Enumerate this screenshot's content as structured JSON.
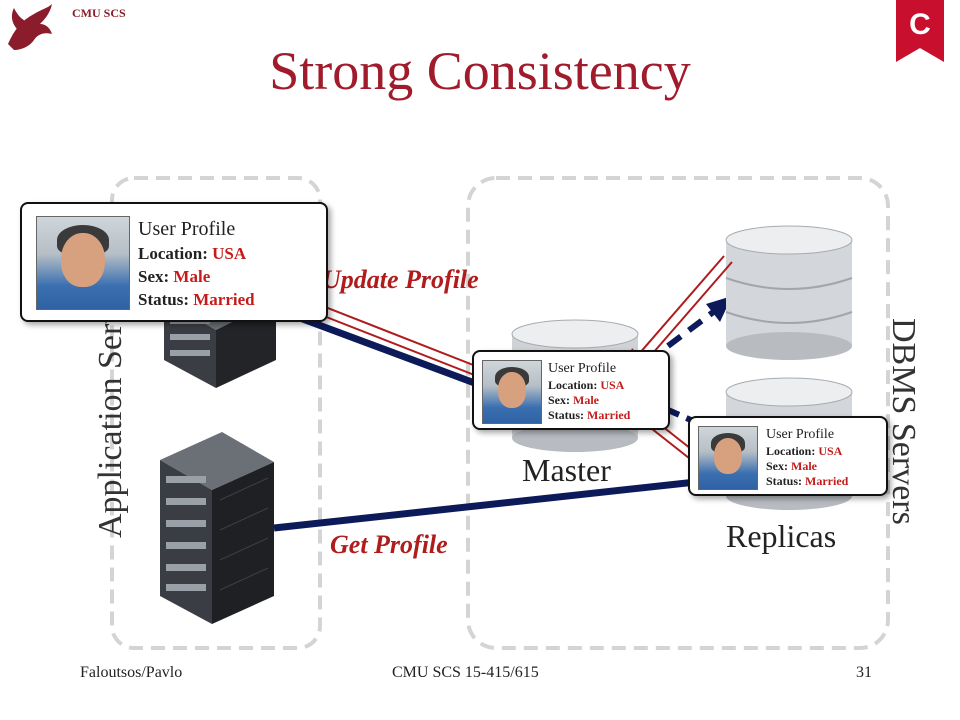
{
  "header": {
    "org": "CMU SCS",
    "title": "Strong Consistency",
    "logo_letter": "C"
  },
  "labels": {
    "application_servers": "Application Servers",
    "dbms_servers": "DBMS Servers",
    "update_profile": "Update Profile",
    "get_profile": "Get Profile",
    "master": "Master",
    "replicas": "Replicas"
  },
  "profile": {
    "title": "User Profile",
    "location_label": "Location:",
    "location_value": "USA",
    "sex_label": "Sex:",
    "sex_value": "Male",
    "status_label": "Status:",
    "status_value": "Married"
  },
  "footer": {
    "left": "Faloutsos/Pavlo",
    "center": "CMU SCS 15-415/615",
    "page": "31"
  },
  "colors": {
    "title": "#a01c2c",
    "accent_red": "#b01c1c",
    "link_navy": "#0d1a5a",
    "logo_red": "#c8102e"
  }
}
